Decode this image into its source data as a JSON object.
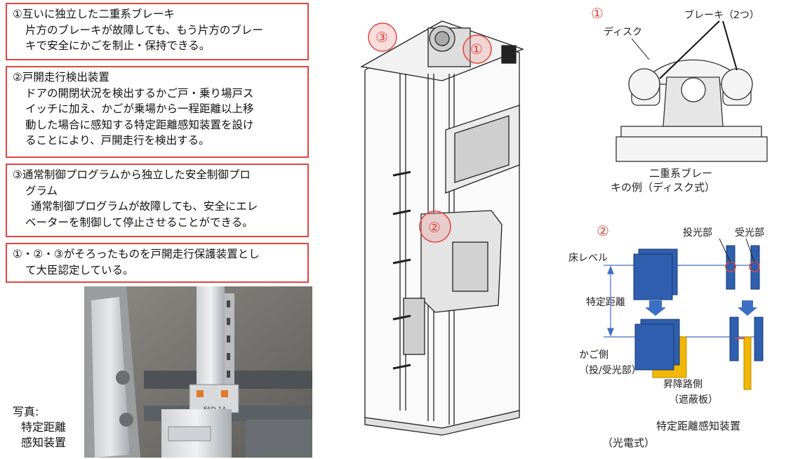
{
  "boxes": [
    {
      "title": "①互いに独立した二重系ブレーキ",
      "lines": [
        "片方のブレーキが故障しても、もう片方のブレー",
        "キで安全にかごを制止・保持できる。"
      ]
    },
    {
      "title": "②戸開走行検出装置",
      "lines": [
        "ドアの開閉状況を検出するかご戸・乗り場戸ス",
        "イッチに加え、かごが乗場から一程距離以上移",
        "動した場合に感知する特定距離感知装置を設け",
        "ることにより、戸開走行を検出する。"
      ]
    },
    {
      "title": "③通常制御プログラムから独立した安全制御プロ",
      "lines": [
        "グラム",
        "通常制御プログラムが故障しても、安全にエレ",
        "ベーターを制御して停止させることができる。"
      ]
    },
    {
      "title": "①・②・③がそろったものを戸開走行保護装置とし",
      "lines": [
        "て大臣認定している。"
      ]
    }
  ],
  "photo_caption": [
    "写真:",
    "特定距離",
    "感知装置"
  ],
  "photo_sticker": "FAD-1A",
  "shaft_markers": [
    "③",
    "①",
    "②"
  ],
  "disk_figure": {
    "number": "①",
    "brake_label": "ブレーキ（2つ）",
    "disk_label": "ディスク",
    "caption": [
      "二重系ブレー",
      "キの例（ディスク式）"
    ]
  },
  "sensor_figure": {
    "number": "②",
    "emitter_label": "投光部",
    "receiver_label": "受光部",
    "floor_level": "床レベル",
    "distance": "特定距離",
    "car_side": [
      "かご側",
      "（投/受光部）"
    ],
    "shaft_side": [
      "昇降路側",
      "（遮蔽板）"
    ],
    "caption": [
      "特定距離感知装置",
      "（光電式）"
    ]
  },
  "colors": {
    "box_border": "#e0463e",
    "sensor_blue": "#2f5fae",
    "sensor_yellow": "#f2b705",
    "line_blue": "#3d6fc4"
  }
}
